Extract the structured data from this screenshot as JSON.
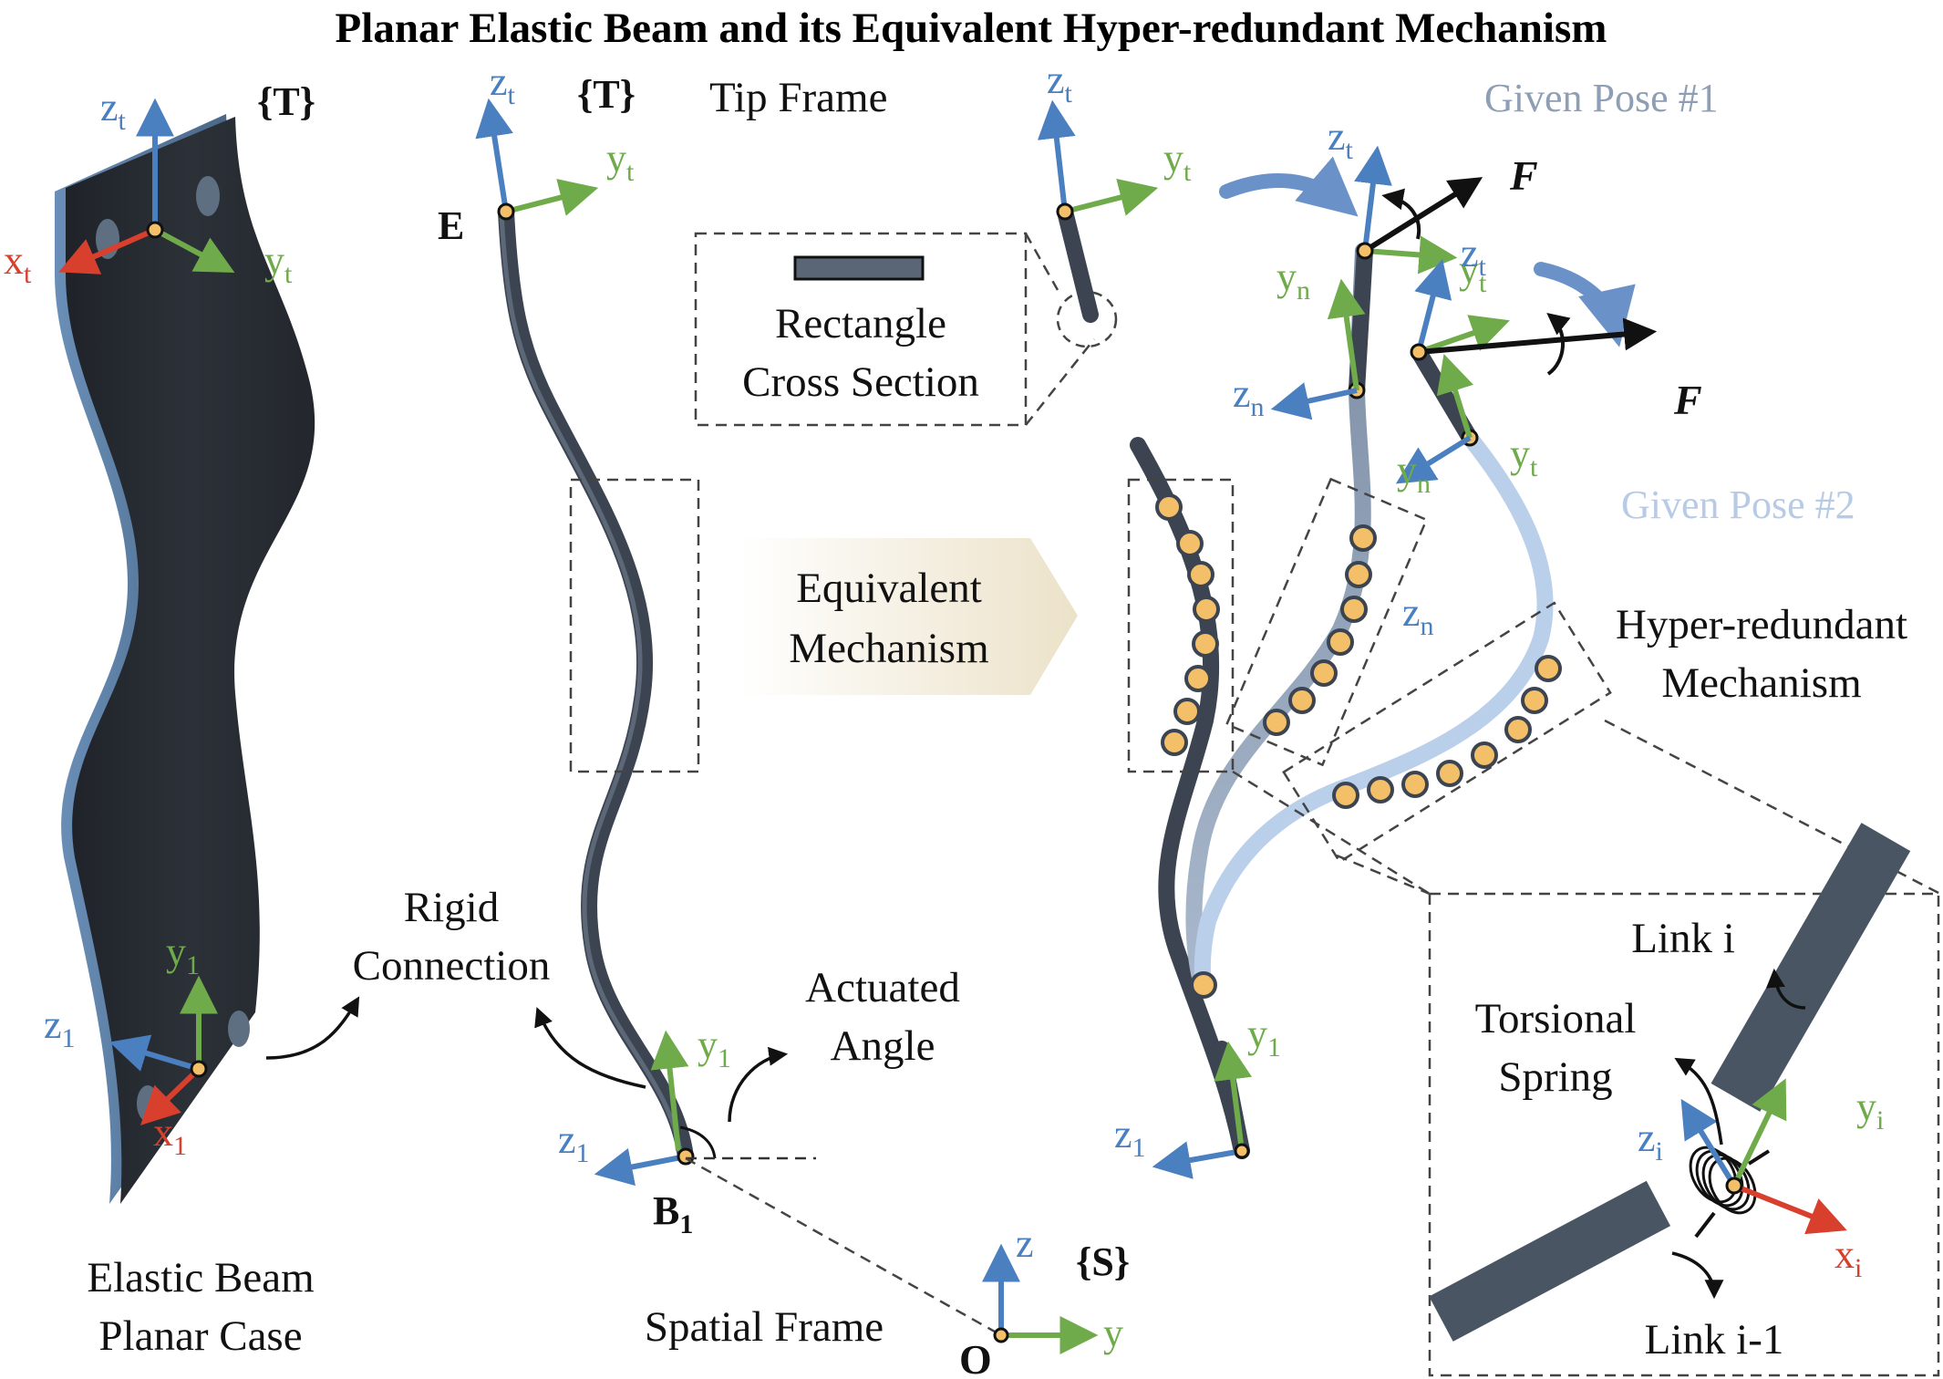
{
  "title": "Planar Elastic Beam and its Equivalent Hyper-redundant Mechanism",
  "colors": {
    "beam_dark": "#3b4450",
    "beam_pose1": "#8a9db5",
    "beam_pose2": "#b9cfea",
    "joint_fill": "#f3c069",
    "axis_z": "#4a7fc0",
    "axis_y": "#6fab4a",
    "axis_x": "#d8402d",
    "pose1_label": "#8e9eb4",
    "pose2_label": "#b7cbe6"
  },
  "panel_left": {
    "frame_label": "{T}",
    "zt": {
      "base": "z",
      "sub": "t"
    },
    "yt": {
      "base": "y",
      "sub": "t"
    },
    "xt": {
      "base": "x",
      "sub": "t"
    },
    "y1": {
      "base": "y",
      "sub": "1"
    },
    "z1": {
      "base": "z",
      "sub": "1"
    },
    "x1": {
      "base": "x",
      "sub": "1"
    },
    "caption_line1": "Elastic Beam",
    "caption_line2": "Planar Case",
    "rigid_line1": "Rigid",
    "rigid_line2": "Connection"
  },
  "panel_middle": {
    "zt": {
      "base": "z",
      "sub": "t"
    },
    "yt": {
      "base": "y",
      "sub": "t"
    },
    "frame_label": "{T}",
    "tip_frame": "Tip Frame",
    "point_e": "E",
    "point_b": {
      "base": "B",
      "sub": "1"
    },
    "y1": {
      "base": "y",
      "sub": "1"
    },
    "z1": {
      "base": "z",
      "sub": "1"
    },
    "actuated_line1": "Actuated",
    "actuated_line2": "Angle",
    "equiv_line1": "Equivalent",
    "equiv_line2": "Mechanism",
    "section_line1": "Rectangle",
    "section_line2": "Cross Section"
  },
  "spatial_frame": {
    "label": "Spatial Frame",
    "frame_label": "{S}",
    "origin": "O",
    "z": "z",
    "y": "y"
  },
  "panel_right": {
    "zt": {
      "base": "z",
      "sub": "t"
    },
    "yt": {
      "base": "y",
      "sub": "t"
    },
    "pose1": "Given Pose #1",
    "pose2": "Given Pose #2",
    "force": "F",
    "yn": {
      "base": "y",
      "sub": "n"
    },
    "zn": {
      "base": "z",
      "sub": "n"
    },
    "y1": {
      "base": "y",
      "sub": "1"
    },
    "z1": {
      "base": "z",
      "sub": "1"
    },
    "hyper_line1": "Hyper-redundant",
    "hyper_line2": "Mechanism"
  },
  "inset": {
    "link_i": "Link i",
    "link_i_minus_1": "Link i-1",
    "spring_line1": "Torsional",
    "spring_line2": "Spring",
    "zi": {
      "base": "z",
      "sub": "i"
    },
    "yi": {
      "base": "y",
      "sub": "i"
    },
    "xi": {
      "base": "x",
      "sub": "i"
    }
  }
}
